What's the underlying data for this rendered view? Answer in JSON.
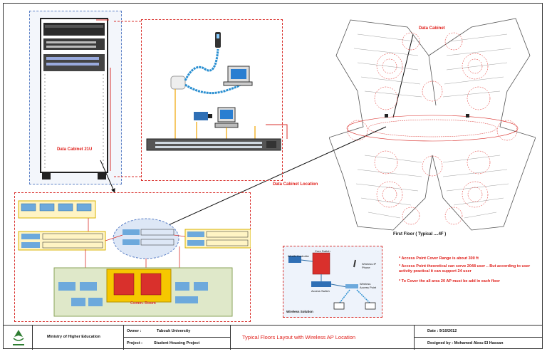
{
  "cabinet": {
    "label": "Data Cabinet 21U"
  },
  "network": {
    "cabinet_location_label": "Data Cabinet Location",
    "zone_core": "Comm. Room"
  },
  "floor_plan": {
    "data_cabinet_label": "Data Cabinet",
    "caption": "First Floor ( Typical ....4F )"
  },
  "wireless": {
    "ap_label_top": "Wireless IP Phone",
    "caption": "Wireless Solution",
    "labels": {
      "wlan_controller": "WLAN Controller",
      "core_switch": "Core Switch",
      "access_switch": "Access Switch",
      "access_point": "Wireless Access Point"
    }
  },
  "notes": [
    "* Access Point Cover Range is about 300 ft",
    "* Access Point theoretical can serve 2048 user .. But according to user activity practical it can support 24 user",
    "* To Cover the all area 20 AP must be add in each floor"
  ],
  "title_block": {
    "org": "Ministry of Higher Education",
    "owner_label": "Owner :",
    "owner_value": "Tabouk University",
    "project_label": "Project :",
    "project_value": "Student Housing Project",
    "title": "Typical Floors Layout with Wireless AP Location",
    "date": "Date : 9/10/2012",
    "designed_by": "Designed by : Mohamed Abou El Hassan"
  },
  "colors": {
    "accent_red": "#e0201b",
    "dash_blue": "#5a7fc6",
    "zone_green": "#dfe8c9",
    "zone_yellow": "#f6c700"
  }
}
